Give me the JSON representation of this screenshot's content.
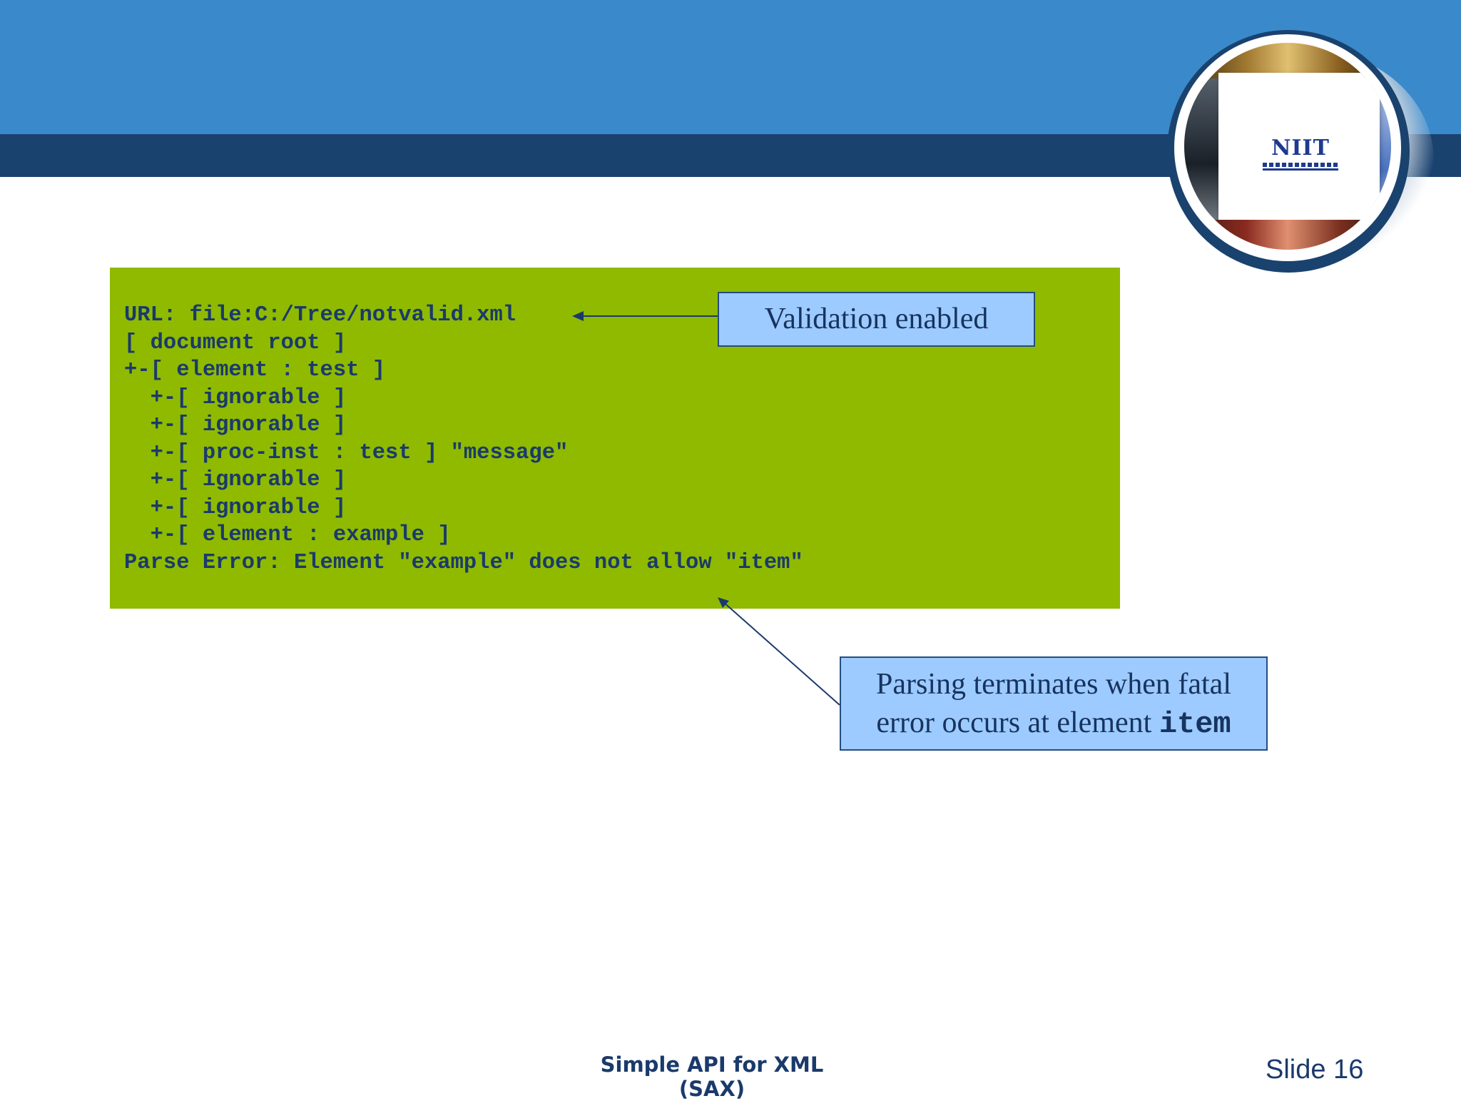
{
  "code_lines": [
    "URL: file:C:/Tree/notvalid.xml",
    "[ document root ]",
    "+-[ element : test ]",
    "  +-[ ignorable ]",
    "  +-[ ignorable ]",
    "  +-[ proc-inst : test ] \"message\"",
    "  +-[ ignorable ]",
    "  +-[ ignorable ]",
    "  +-[ element : example ]",
    "Parse Error: Element \"example\" does not allow \"item\""
  ],
  "callouts": {
    "validation": "Validation enabled",
    "parsing_line1": "Parsing terminates when fatal",
    "parsing_line2_prefix": "error occurs at element ",
    "parsing_line2_code": "item"
  },
  "logo": {
    "text": "NIIT",
    "icon": "niit-logo-photo"
  },
  "footer": {
    "title": "Simple API for XML (SAX)",
    "slide": "Slide 16"
  },
  "colors": {
    "header_blue": "#3a8acb",
    "header_dark": "#1a426f",
    "code_bg": "#8fba00",
    "code_text": "#1a3a6b",
    "callout_bg": "#9dcbff"
  }
}
